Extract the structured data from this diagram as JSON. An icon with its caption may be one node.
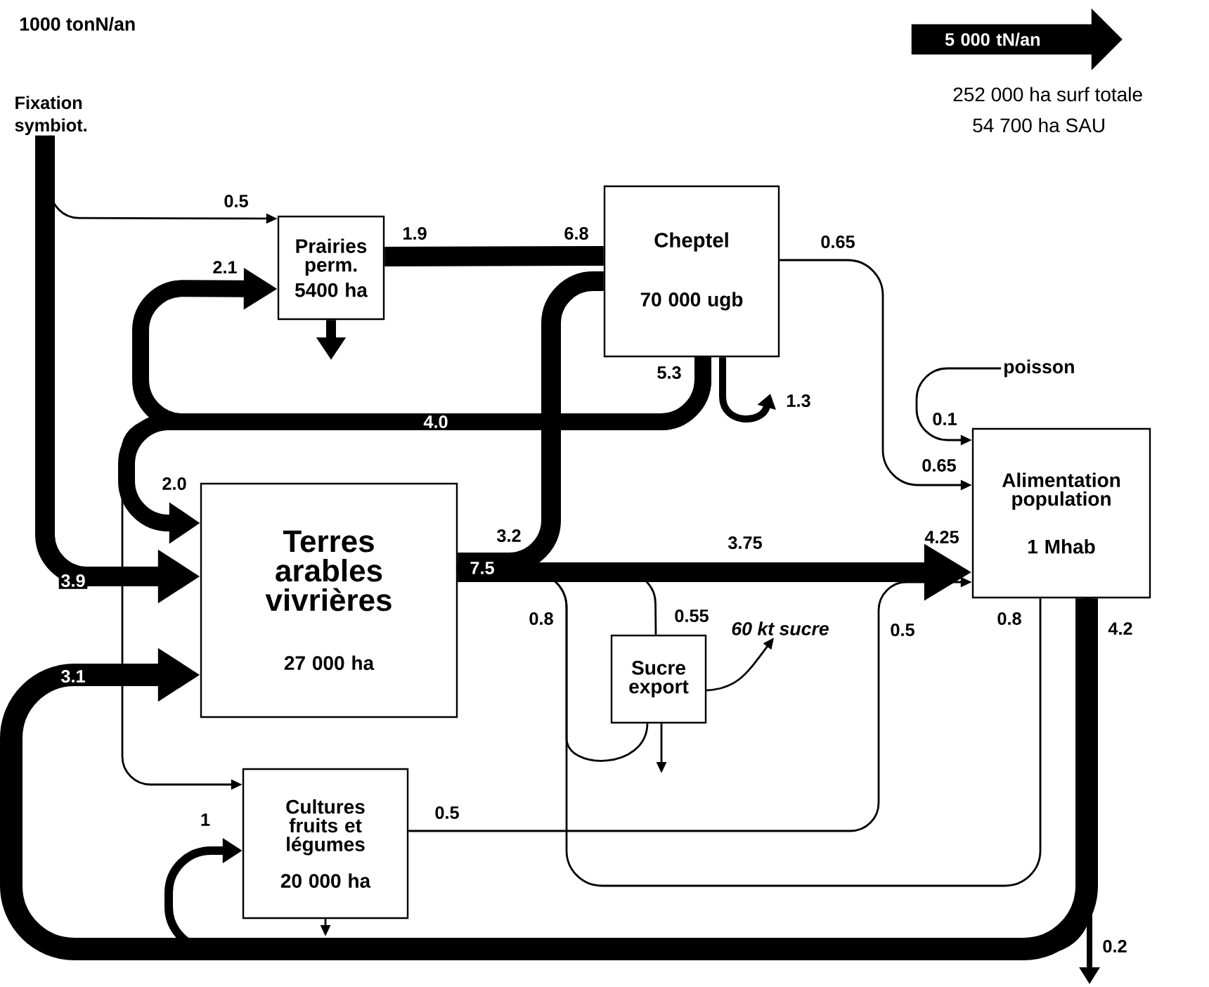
{
  "diagram": {
    "nodes": [
      {
        "text": [
          "Fixation symbiot."
        ]
      },
      {
        "text": [
          "Prairies perm.",
          "5400 ha"
        ]
      },
      {
        "text": [
          "Cheptel",
          "70 000 ugb"
        ]
      },
      {
        "text": [
          "Terres arables vivrières",
          "27 000 ha"
        ]
      },
      {
        "text": [
          "Alimentation population",
          "1 Mhab"
        ]
      },
      {
        "text": [
          "Sucre export"
        ]
      },
      {
        "text": [
          "Cultures fruits et légumes",
          "20 000 ha"
        ]
      },
      {
        "text": [
          "poisson"
        ]
      },
      {
        "text": [
          "60 kt sucre"
        ]
      },
      {
        "text": [
          "5 000 tN/an"
        ]
      }
    ],
    "edges": [
      {
        "from": 0,
        "to": 1,
        "arrow": "to",
        "label": "0.5"
      },
      {
        "from": 0,
        "to": 3,
        "arrow": "to",
        "label": "3.9",
        "style": "thick"
      },
      {
        "from": 1,
        "to": 2,
        "arrow": "none",
        "label": "1.9",
        "style": "thick"
      },
      {
        "from": 2,
        "to": 1,
        "arrow": "to",
        "label": "2.1",
        "style": "thick"
      },
      {
        "from": 2,
        "to": 3,
        "arrow": "to",
        "label": "2.0",
        "style": "thick"
      },
      {
        "from": 2,
        "to": 6,
        "arrow": "to"
      },
      {
        "from": 2,
        "to": null,
        "arrow": "to",
        "label": "1.3",
        "style": "thick"
      },
      {
        "from": 2,
        "to": 4,
        "arrow": "to",
        "label": "0.65"
      },
      {
        "from": 7,
        "to": 4,
        "arrow": "to",
        "label": "0.1"
      },
      {
        "from": 1,
        "to": null,
        "arrow": "to",
        "style": "thick"
      },
      {
        "from": 3,
        "to": 2,
        "arrow": "none",
        "label": "3.2",
        "style": "thick"
      },
      {
        "from": 3,
        "to": 4,
        "arrow": "to",
        "label": "3.75",
        "style": "thick"
      },
      {
        "from": 3,
        "to": 5,
        "arrow": "none",
        "label": "0.55"
      },
      {
        "from": 3,
        "to": 4,
        "arrow": "none",
        "label": "0.8"
      },
      {
        "from": 3,
        "to": 5,
        "arrow": "none"
      },
      {
        "from": 5,
        "to": 8,
        "arrow": "to"
      },
      {
        "from": 5,
        "to": null,
        "arrow": "to"
      },
      {
        "from": 6,
        "to": 4,
        "arrow": "to",
        "label": "0.5"
      },
      {
        "from": 6,
        "to": null,
        "arrow": "to"
      },
      {
        "from": 4,
        "to": 3,
        "arrow": "to",
        "label": "3.1",
        "style": "thick"
      },
      {
        "from": 4,
        "to": 6,
        "arrow": "to",
        "label": "1",
        "style": "thick"
      },
      {
        "from": 4,
        "to": null,
        "arrow": "to",
        "label": "0.2",
        "style": "thick"
      }
    ],
    "labels": [
      "1000 tonN/an",
      "252 000 ha surf totale",
      "54 700 ha SAU",
      "6.8",
      "4.0",
      "5.3",
      "0.65",
      "7.5",
      "4.25",
      "0.5",
      "0.8",
      "4.2"
    ]
  }
}
